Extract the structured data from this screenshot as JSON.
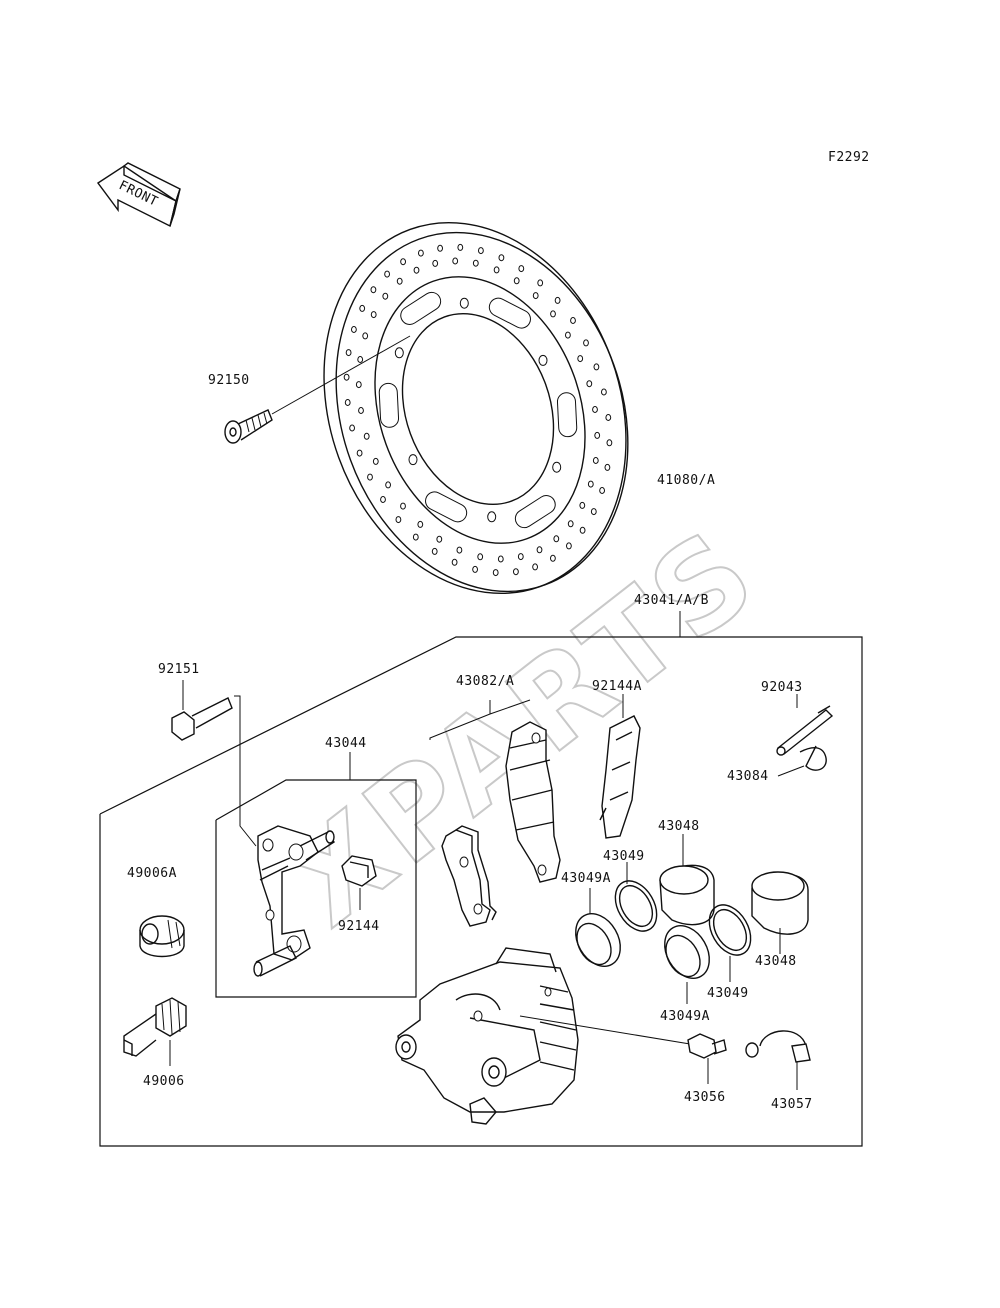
{
  "figure_code": "F2292",
  "front_arrow_text": "FRONT",
  "watermark": "XPARTS",
  "labels": {
    "p92150": "92150",
    "p41080": "41080/A",
    "p43041": "43041/A/B",
    "p92151": "92151",
    "p43082": "43082/A",
    "p92144a": "92144A",
    "p92043": "92043",
    "p43044": "43044",
    "p43084": "43084",
    "p43048_top": "43048",
    "p43049_top": "43049",
    "p49006a": "49006A",
    "p43049a_left": "43049A",
    "p92144": "92144",
    "p43048_right": "43048",
    "p43049_right": "43049",
    "p43049a_bottom": "43049A",
    "p49006": "49006",
    "p43056": "43056",
    "p43057": "43057"
  }
}
